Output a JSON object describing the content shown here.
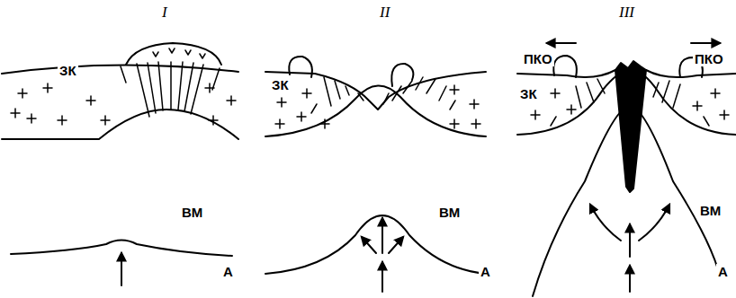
{
  "diagram": {
    "labels": [
      "I",
      "II",
      "III",
      "ЗК",
      "ВМ",
      "А",
      "ЗК",
      "ВМ",
      "А",
      "ПКО",
      "ПКО",
      "ЗК",
      "ВМ",
      "А"
    ]
  }
}
